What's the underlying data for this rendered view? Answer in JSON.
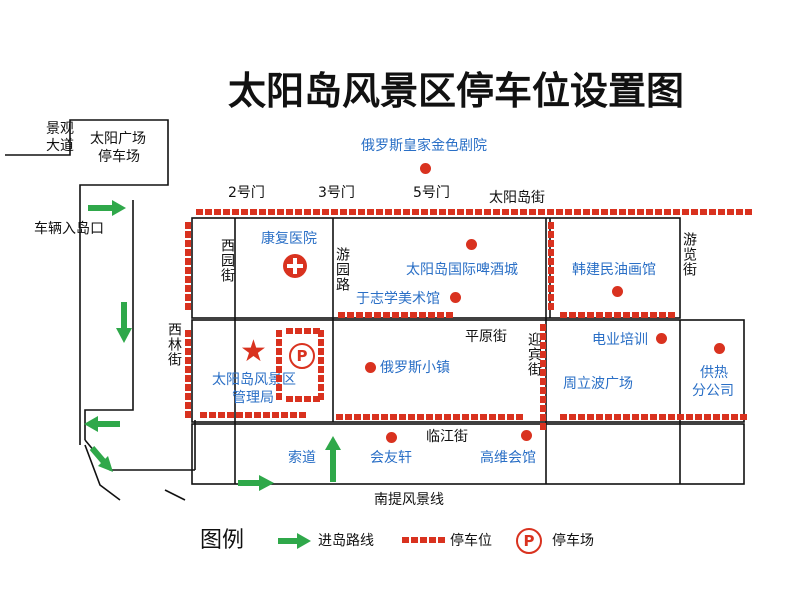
{
  "title": "太阳岛风景区停车位设置图",
  "colors": {
    "slot": "#d9321f",
    "arrow": "#2fa84a",
    "label_blue": "#2a6fc6",
    "line": "#111111"
  },
  "top_left": {
    "jingguan": "景观",
    "dadao": "大道",
    "plaza_line1": "太阳广场",
    "plaza_line2": "停车场",
    "entry": "车辆入岛口"
  },
  "gates": {
    "g2": "2号门",
    "g3": "3号门",
    "g5": "5号门"
  },
  "streets": {
    "taiyangdao": "太阳岛街",
    "xiyuan": "西园街",
    "youyuan": "游园路",
    "youlan": "游览街",
    "xilin": "西林街",
    "pingyuan": "平原街",
    "yingbin": "迎宾街",
    "linjiang": "临江街",
    "nandi": "南提风景线"
  },
  "places": {
    "opera": "俄罗斯皇家金色剧院",
    "hospital": "康复医院",
    "beer": "太阳岛国际啤酒城",
    "hanjianmin": "韩建民油画馆",
    "yuzhixue": "于志学美术馆",
    "dianye": "电业培训",
    "russian_town": "俄罗斯小镇",
    "admin_line1": "太阳岛风景区",
    "admin_line2": "管理局",
    "zhoulibo": "周立波广场",
    "heating_line1": "供热",
    "heating_line2": "分公司",
    "cableway": "索道",
    "huiyou": "会友轩",
    "gaowei": "高维会馆"
  },
  "legend": {
    "title": "图例",
    "route": "进岛路线",
    "slot": "停车位",
    "lot": "停车场",
    "lot_symbol": "P"
  }
}
